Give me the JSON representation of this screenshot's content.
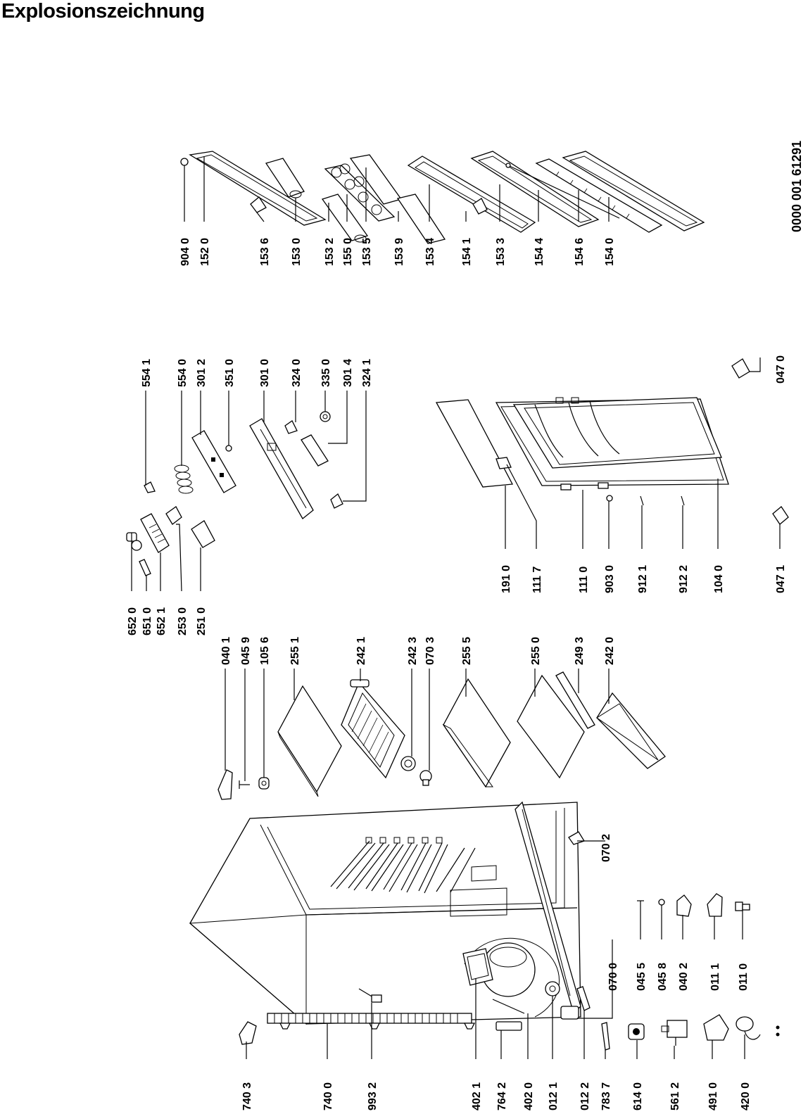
{
  "title": "Explosionszeichnung",
  "doc_number": "0000 001 61291",
  "callouts": [
    {
      "id": "c7403",
      "label": "740 3"
    },
    {
      "id": "c7400",
      "label": "740 0"
    },
    {
      "id": "c9932",
      "label": "993 2"
    },
    {
      "id": "c4021",
      "label": "402 1"
    },
    {
      "id": "c7642",
      "label": "764 2"
    },
    {
      "id": "c4020",
      "label": "402 0"
    },
    {
      "id": "c0121",
      "label": "012 1"
    },
    {
      "id": "c0122",
      "label": "012 2"
    },
    {
      "id": "c7837",
      "label": "783 7"
    },
    {
      "id": "c6140",
      "label": "614 0"
    },
    {
      "id": "c5612",
      "label": "561 2"
    },
    {
      "id": "c4910",
      "label": "491 0"
    },
    {
      "id": "c4200",
      "label": "420 0"
    },
    {
      "id": "c0700",
      "label": "070 0"
    },
    {
      "id": "c0455",
      "label": "045 5"
    },
    {
      "id": "c0458",
      "label": "045 8"
    },
    {
      "id": "c0402",
      "label": "040 2"
    },
    {
      "id": "c0111",
      "label": "011 1"
    },
    {
      "id": "c0110",
      "label": "011 0"
    },
    {
      "id": "c0702",
      "label": "070 2"
    },
    {
      "id": "c0401",
      "label": "040 1"
    },
    {
      "id": "c0459",
      "label": "045 9"
    },
    {
      "id": "c1056",
      "label": "105 6"
    },
    {
      "id": "c2551",
      "label": "255 1"
    },
    {
      "id": "c2421",
      "label": "242 1"
    },
    {
      "id": "c2423",
      "label": "242 3"
    },
    {
      "id": "c0703",
      "label": "070 3"
    },
    {
      "id": "c2555",
      "label": "255 5"
    },
    {
      "id": "c2550",
      "label": "255 0"
    },
    {
      "id": "c2493",
      "label": "249 3"
    },
    {
      "id": "c2420",
      "label": "242 0"
    },
    {
      "id": "c6520",
      "label": "652 0"
    },
    {
      "id": "c6510",
      "label": "651 0"
    },
    {
      "id": "c6521",
      "label": "652 1"
    },
    {
      "id": "c2530",
      "label": "253 0"
    },
    {
      "id": "c2510",
      "label": "251 0"
    },
    {
      "id": "c5541",
      "label": "554 1"
    },
    {
      "id": "c5540",
      "label": "554 0"
    },
    {
      "id": "c3012",
      "label": "301 2"
    },
    {
      "id": "c3510",
      "label": "351 0"
    },
    {
      "id": "c3010",
      "label": "301 0"
    },
    {
      "id": "c3240",
      "label": "324 0"
    },
    {
      "id": "c3350",
      "label": "335 0"
    },
    {
      "id": "c3014",
      "label": "301 4"
    },
    {
      "id": "c3241",
      "label": "324 1"
    },
    {
      "id": "c1910",
      "label": "191 0"
    },
    {
      "id": "c1117",
      "label": "111 7"
    },
    {
      "id": "c1110",
      "label": "111 0"
    },
    {
      "id": "c9030",
      "label": "903 0"
    },
    {
      "id": "c9121",
      "label": "912 1"
    },
    {
      "id": "c9122",
      "label": "912 2"
    },
    {
      "id": "c1040",
      "label": "104 0"
    },
    {
      "id": "c0471",
      "label": "047 1"
    },
    {
      "id": "c0470",
      "label": "047 0"
    },
    {
      "id": "c9040",
      "label": "904 0"
    },
    {
      "id": "c1520",
      "label": "152 0"
    },
    {
      "id": "c1536",
      "label": "153 6"
    },
    {
      "id": "c1530",
      "label": "153 0"
    },
    {
      "id": "c1532",
      "label": "153 2"
    },
    {
      "id": "c1550",
      "label": "155 0"
    },
    {
      "id": "c1535",
      "label": "153 5"
    },
    {
      "id": "c1539",
      "label": "153 9"
    },
    {
      "id": "c1534",
      "label": "153 4"
    },
    {
      "id": "c1541",
      "label": "154 1"
    },
    {
      "id": "c1533",
      "label": "153 3"
    },
    {
      "id": "c1544",
      "label": "154 4"
    },
    {
      "id": "c1546",
      "label": "154 6"
    },
    {
      "id": "c1540",
      "label": "154 0"
    }
  ]
}
